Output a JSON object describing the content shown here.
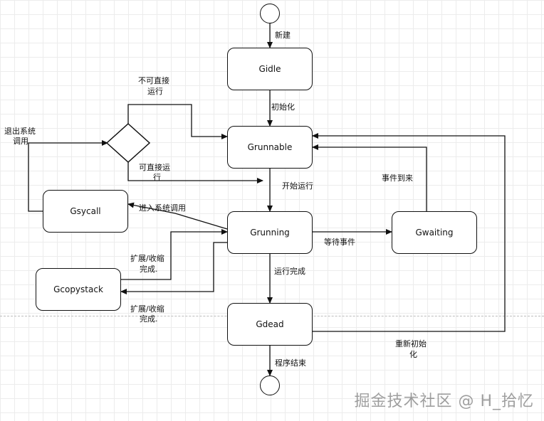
{
  "nodes": {
    "gidle": "Gidle",
    "grunnable": "Grunnable",
    "grunning": "Grunning",
    "gwaiting": "Gwaiting",
    "gsycall": "Gsycall",
    "gcopystack": "Gcopystack",
    "gdead": "Gdead"
  },
  "labels": {
    "new": "新建",
    "init": "初始化",
    "cannot_run_1": "不可直接",
    "cannot_run_2": "运行",
    "can_run_1": "可直接运",
    "can_run_2": "行",
    "exit_syscall_1": "退出系统",
    "exit_syscall_2": "调用",
    "start_run": "开始运行",
    "enter_syscall": "进入系统调用",
    "wait_event": "等待事件",
    "event_arrived": "事件到来",
    "expand_done_1a": "扩展/收缩",
    "expand_done_1b": "完成.",
    "expand_done_2a": "扩展/收缩",
    "expand_done_2b": "完成.",
    "run_done": "运行完成",
    "reinit_1": "重新初始",
    "reinit_2": "化",
    "program_end": "程序结束"
  },
  "watermark": "掘金技术社区 @ H_拾忆"
}
